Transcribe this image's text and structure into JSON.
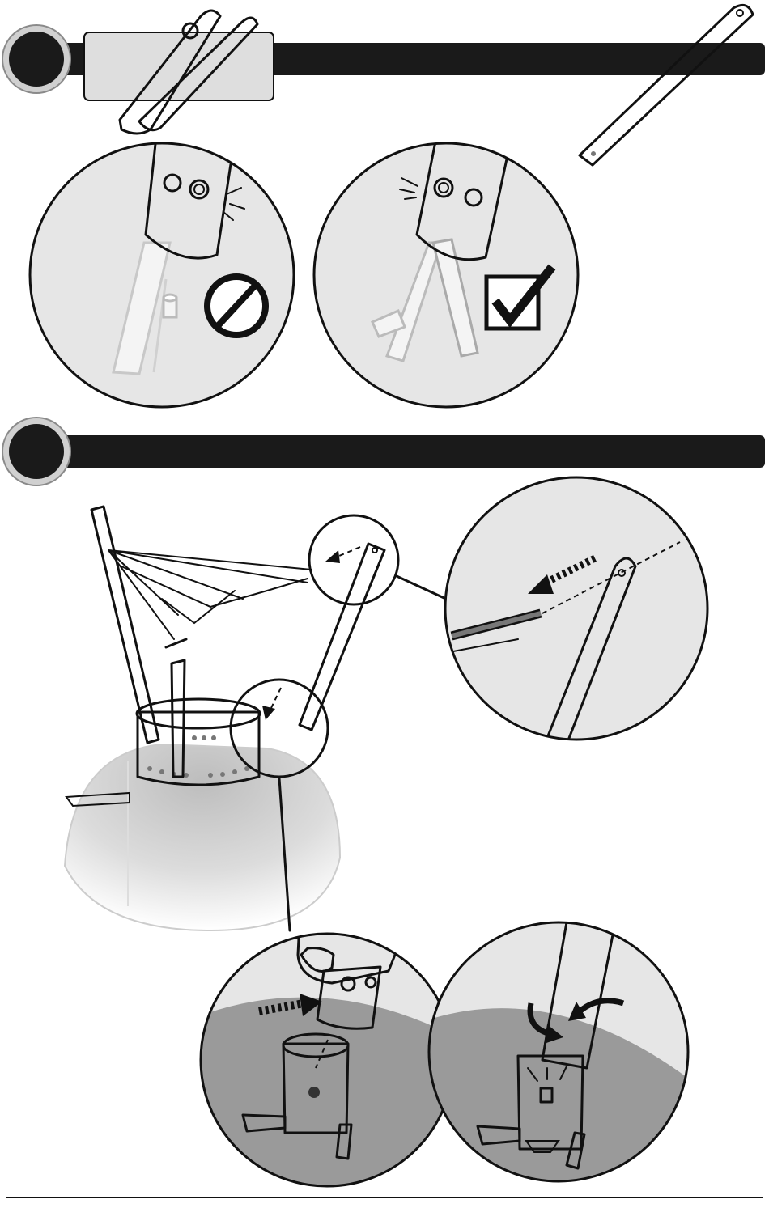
{
  "document": {
    "type": "assembly-instructions",
    "steps": [
      {
        "panels": [
          {
            "verdict": "incorrect",
            "icon": "prohibited-icon"
          },
          {
            "verdict": "correct",
            "icon": "checkmark-icon"
          }
        ]
      },
      {
        "panels": [
          {
            "action": "insert-wire-into-leg-eyelet",
            "icon": "dashed-arrow-icon"
          },
          {
            "action": "push-leg-into-socket",
            "icon": "dashed-arrow-icon"
          },
          {
            "action": "rotate-to-lock",
            "icon": "curved-arrow-icon"
          }
        ]
      }
    ]
  },
  "colors": {
    "ink": "#111111",
    "panel_gray": "#e6e6e6",
    "mid_gray": "#9a9a9a",
    "dark_gray": "#6e6e6e",
    "white": "#ffffff"
  }
}
